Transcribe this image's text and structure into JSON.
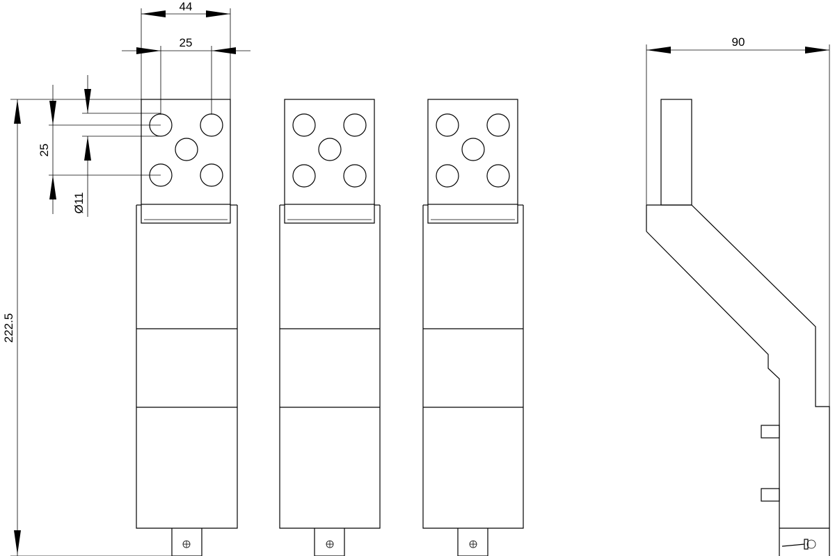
{
  "drawing": {
    "dimensions": {
      "overall_width": "44",
      "hole_spacing_horizontal": "25",
      "hole_spacing_vertical": "25",
      "hole_diameter": "Ø11",
      "overall_height": "222.5",
      "side_depth": "90"
    }
  }
}
